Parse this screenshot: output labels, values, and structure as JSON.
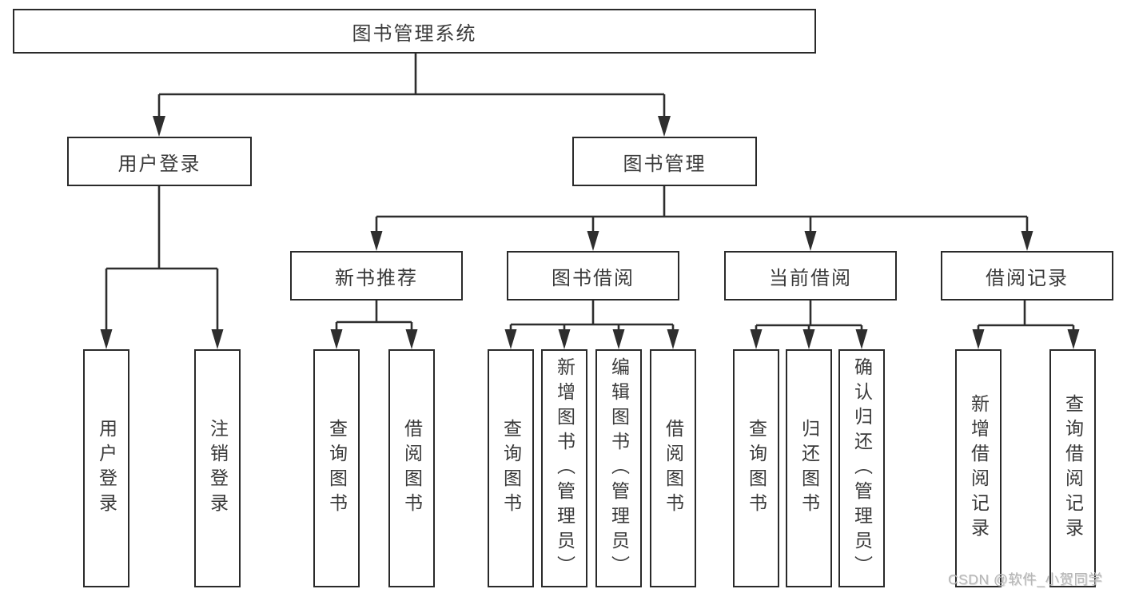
{
  "title": "图书管理系统",
  "watermark": "CSDN @软件_小贺同学",
  "colors": {
    "line": "#2e2e2e",
    "box_border": "#2a2a2a",
    "text": "#3a3a3a",
    "background": "#ffffff",
    "watermark": "#b6b6b6"
  },
  "root": {
    "label": "图书管理系统"
  },
  "level2": [
    {
      "label": "用户登录"
    },
    {
      "label": "图书管理"
    }
  ],
  "level3": [
    {
      "label": "新书推荐",
      "parent": "图书管理"
    },
    {
      "label": "图书借阅",
      "parent": "图书管理"
    },
    {
      "label": "当前借阅",
      "parent": "图书管理"
    },
    {
      "label": "借阅记录",
      "parent": "图书管理"
    }
  ],
  "leaves": [
    {
      "label": "用户登录",
      "parent": "用户登录"
    },
    {
      "label": "注销登录",
      "parent": "用户登录"
    },
    {
      "label": "查询图书",
      "parent": "新书推荐"
    },
    {
      "label": "借阅图书",
      "parent": "新书推荐"
    },
    {
      "label": "查询图书",
      "parent": "图书借阅"
    },
    {
      "label": "新增图书（管理员）",
      "parent": "图书借阅"
    },
    {
      "label": "编辑图书（管理员）",
      "parent": "图书借阅"
    },
    {
      "label": "借阅图书",
      "parent": "图书借阅"
    },
    {
      "label": "查询图书",
      "parent": "当前借阅"
    },
    {
      "label": "归还图书",
      "parent": "当前借阅"
    },
    {
      "label": "确认归还（管理员）",
      "parent": "当前借阅"
    },
    {
      "label": "新增借阅记录",
      "parent": "借阅记录"
    },
    {
      "label": "查询借阅记录",
      "parent": "借阅记录"
    }
  ]
}
